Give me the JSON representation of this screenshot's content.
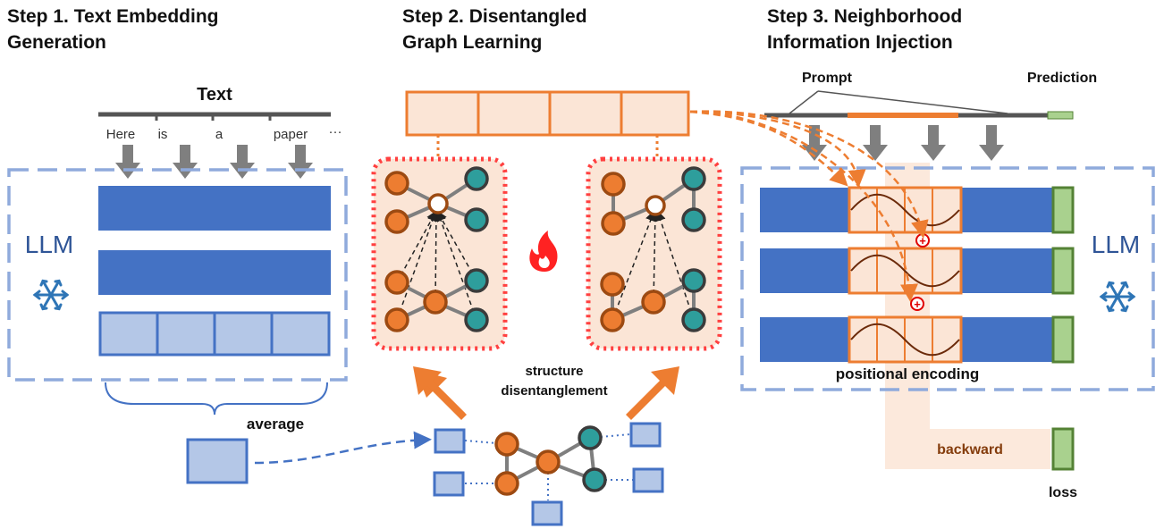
{
  "steps": {
    "step1": {
      "line1": "Step 1. Text Embedding",
      "line2": "Generation"
    },
    "step2": {
      "line1": "Step 2. Disentangled",
      "line2": "Graph Learning"
    },
    "step3": {
      "line1": "Step 3. Neighborhood",
      "line2": "Information Injection"
    }
  },
  "step1_panel": {
    "text_label": "Text",
    "tokens": [
      "Here",
      "is",
      "a",
      "paper",
      "···"
    ],
    "llm_label": "LLM",
    "frozen_icon": "snowflake-icon",
    "average_label": "average"
  },
  "step2_panel": {
    "trainable_icon": "flame-icon",
    "structure_line1": "structure",
    "structure_line2": "disentanglement"
  },
  "step3_panel": {
    "prompt_label": "Prompt",
    "prediction_label": "Prediction",
    "llm_label": "LLM",
    "frozen_icon": "snowflake-icon",
    "positional_encoding_label": "positional encoding",
    "backward_label": "backward",
    "loss_label": "loss",
    "add_symbol": "+"
  },
  "colors": {
    "llm_blue": "#4472c4",
    "light_blue": "#b4c7e7",
    "dashed_border": "#8faadc",
    "orange": "#ed7d31",
    "light_orange": "#fbe5d6",
    "teal": "#2e9e9c",
    "red_dotted": "#ff4040",
    "green": "#a9d18e",
    "green_border": "#548235",
    "backward_text": "#843c0c",
    "gray": "#7f7f7f"
  }
}
